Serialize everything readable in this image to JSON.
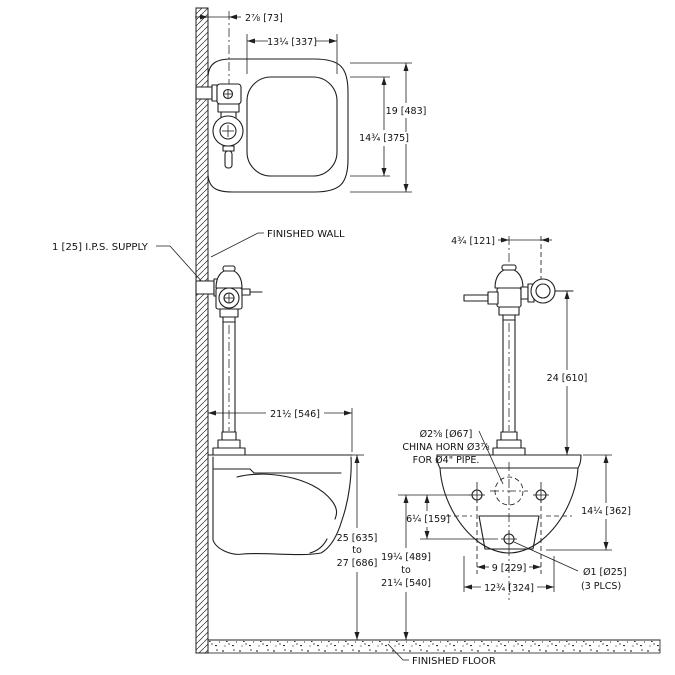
{
  "plan": {
    "dim_wall_to_valve": "2⅞ [73]",
    "dim_bowl_inner_width": "13¼ [337]",
    "dim_overall": "19 [483]",
    "dim_bowl_inner_depth": "14¾ [375]"
  },
  "side": {
    "dim_depth": "21½ [546]",
    "rim_height": [
      "25 [635]",
      "to",
      "27 [686]"
    ],
    "outlet_height": [
      "19¼ [489]",
      "to",
      "21¼ [540]"
    ]
  },
  "front": {
    "dim_valve_offset": "4¾ [121]",
    "dim_supply_height": "24 [610]",
    "dim_overall_height": "14¼ [362]",
    "dim_hole_vertical": "6¼ [159]",
    "dim_hole_spacing": "9 [229]",
    "dim_base_width": "12¾ [324]"
  },
  "callouts": {
    "finished_wall": "FINISHED WALL",
    "ips_supply": "1 [25] I.P.S. SUPPLY",
    "finished_floor": "FINISHED FLOOR",
    "spud_dia": "Ø2⅝ [Ø67]",
    "china_horn_line1": "CHINA HORN Ø3⅞",
    "china_horn_line2": "FOR Ø4\" PIPE.",
    "mount_holes_line1": "Ø1 [Ø25]",
    "mount_holes_line2": "(3 PLCS)"
  }
}
